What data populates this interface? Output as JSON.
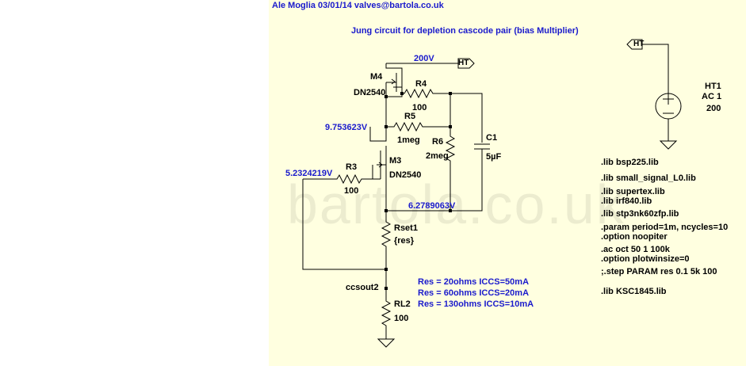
{
  "header": {
    "author": "Ale Moglia 03/01/14  valves@bartola.co.uk"
  },
  "title": "Jung circuit for depletion cascode pair (bias Multiplier)",
  "watermark": "bartola.co.uk",
  "nets": {
    "ht_voltage": "200V",
    "ht_flag": "HT",
    "ht_flag_right": "HT",
    "v_m3_drain": "9.753623V",
    "v_m3_gate": "5.2324219V",
    "v_node": "6.2789063V",
    "ccsout": "ccsout2"
  },
  "components": {
    "m4": {
      "ref": "M4",
      "part": "DN2540"
    },
    "m3": {
      "ref": "M3",
      "part": "DN2540"
    },
    "r4": {
      "ref": "R4",
      "value": "100"
    },
    "r5": {
      "ref": "R5",
      "value": "1meg"
    },
    "r6": {
      "ref": "R6",
      "value": "2meg"
    },
    "r3": {
      "ref": "R3",
      "value": "100"
    },
    "c1": {
      "ref": "C1",
      "value": "5µF"
    },
    "rset1": {
      "ref": "Rset1",
      "value": "{res}"
    },
    "rl2": {
      "ref": "RL2",
      "value": "100"
    },
    "ht1": {
      "ref": "HT1",
      "ac": "AC 1",
      "dc": "200"
    }
  },
  "notes": [
    "Res = 20ohms     ICCS=50mA",
    "Res = 60ohms     ICCS=20mA",
    "Res = 130ohms     ICCS=10mA"
  ],
  "directives": [
    ".lib bsp225.lib",
    ".lib small_signal_L0.lib",
    ".lib supertex.lib",
    ".lib irf840.lib",
    ".lib stp3nk60zfp.lib",
    ".param period=1m, ncycles=10",
    ".option noopiter",
    ".ac oct 50 1 100k",
    ".option plotwinsize=0",
    ";.step PARAM res 0.1 5k 100",
    ".lib KSC1845.lib"
  ],
  "colors": {
    "sheet": "#ffffe0",
    "wire": "#000000",
    "label": "#1a1acc"
  }
}
